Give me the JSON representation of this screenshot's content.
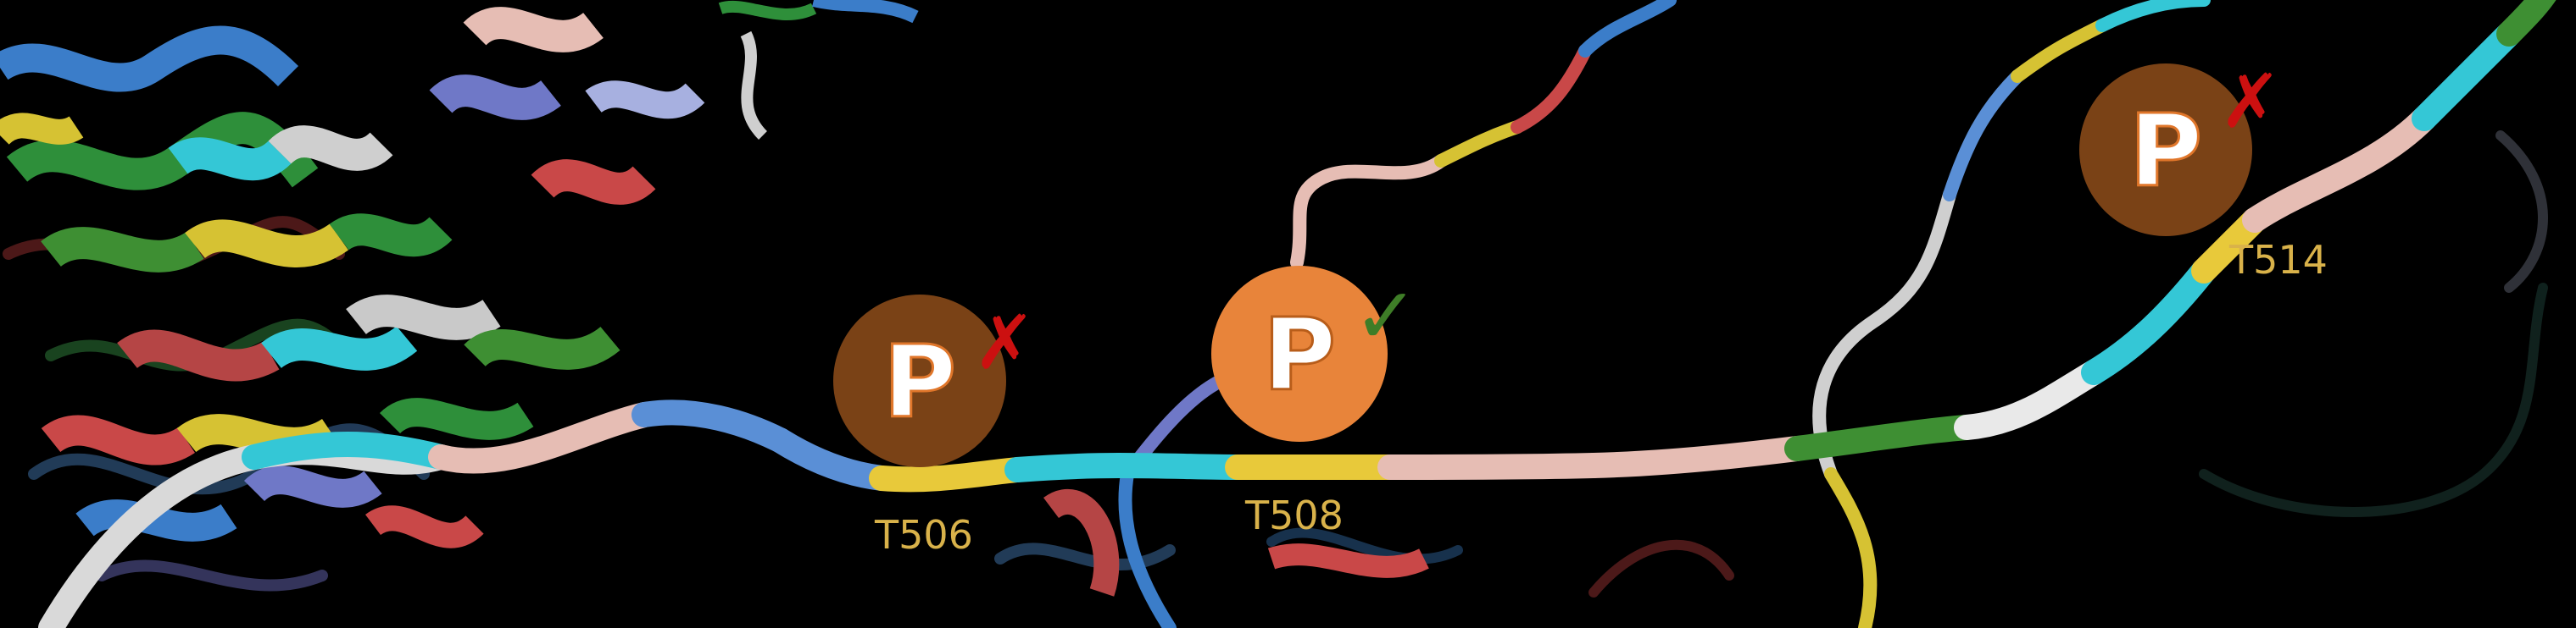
{
  "colors": {
    "background": "#000000",
    "label_gold": "#d9b24a",
    "phospho_confirmed": "#e8843a",
    "phospho_rejected": "#7a4216",
    "check_green": "#3e7d27",
    "cross_red": "#cc1010"
  },
  "sites": [
    {
      "id": "t506",
      "letter": "P",
      "label": "T506",
      "status": "rejected",
      "mark": "✗",
      "mark_icon": "cross-icon"
    },
    {
      "id": "t508",
      "letter": "P",
      "label": "T508",
      "status": "confirmed",
      "mark": "✓",
      "mark_icon": "check-icon"
    },
    {
      "id": "t514",
      "letter": "P",
      "label": "T514",
      "status": "rejected",
      "mark": "✗",
      "mark_icon": "cross-icon"
    }
  ]
}
